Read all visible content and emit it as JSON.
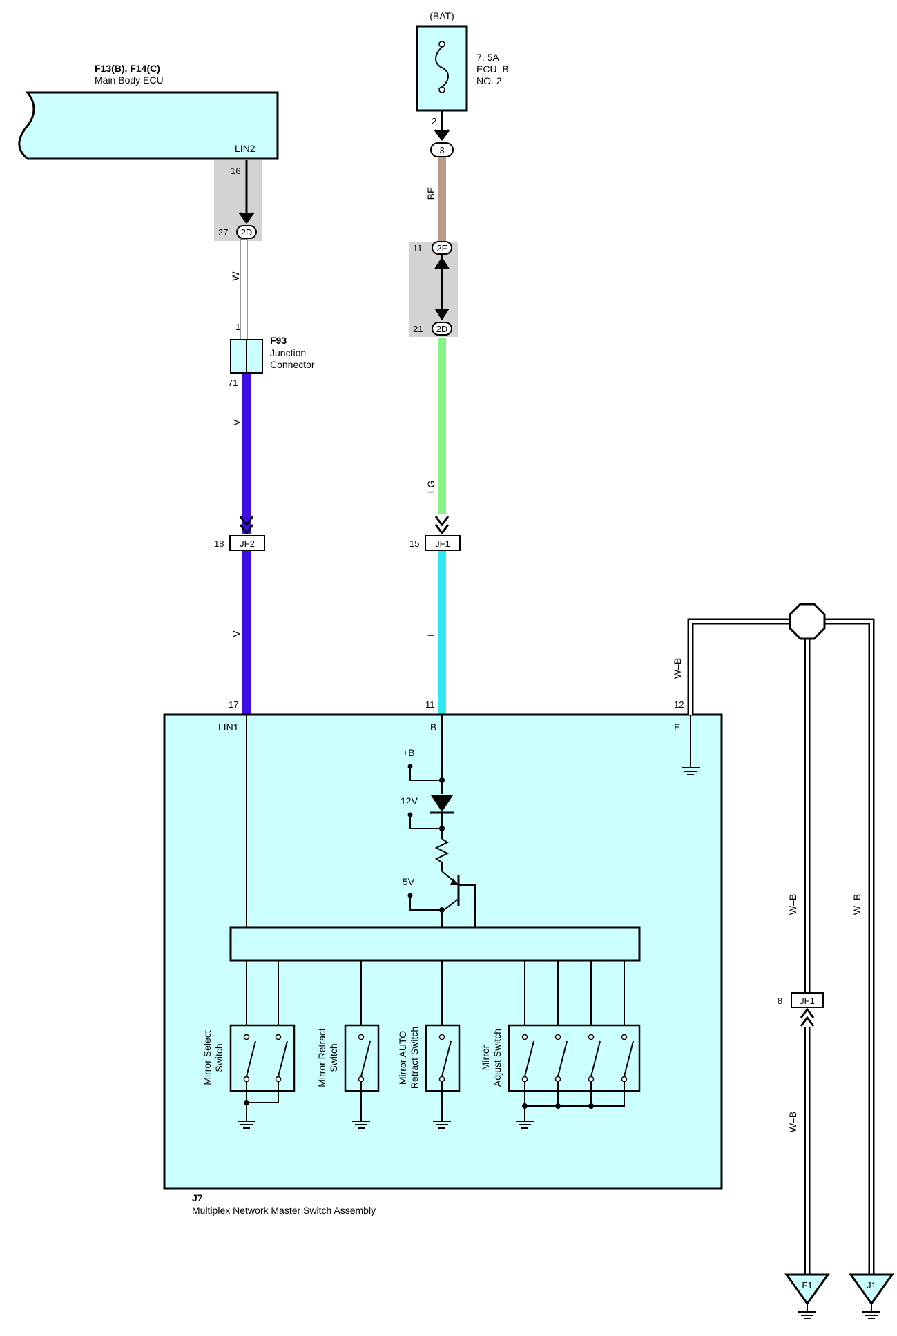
{
  "battery": {
    "label": "(BAT)"
  },
  "fuse": {
    "rating": "7. 5A",
    "name": "ECU–B",
    "number": "NO. 2",
    "pin": "2"
  },
  "ecu": {
    "connectors": "F13(B), F14(C)",
    "name": "Main Body ECU",
    "terminal": "LIN2",
    "pin": "16"
  },
  "conn_2D_top": {
    "id": "2D",
    "pin": "27"
  },
  "conn_3": {
    "id": "3"
  },
  "conn_2F": {
    "id": "2F",
    "pin": "11"
  },
  "conn_2D_mid": {
    "id": "2D",
    "pin": "21"
  },
  "f93": {
    "id": "F93",
    "name_line1": "Junction",
    "name_line2": "Connector",
    "pin_in": "1",
    "pin_out": "71"
  },
  "jf2": {
    "id": "JF2",
    "pin": "18"
  },
  "jf1_top": {
    "id": "JF1",
    "pin": "15"
  },
  "jf1_right": {
    "id": "JF1",
    "pin": "8"
  },
  "wires": {
    "be": "BE",
    "w": "W",
    "v1": "V",
    "v2": "V",
    "lg": "LG",
    "l": "L",
    "wb1": "W–B",
    "wb2": "W–B",
    "wb3": "W–B",
    "wb4": "W–B"
  },
  "j7": {
    "id": "J7",
    "name": "Multiplex Network Master Switch Assembly",
    "pin_lin1": "17",
    "term_lin1": "LIN1",
    "pin_b": "11",
    "term_b": "B",
    "pin_e": "12",
    "term_e": "E",
    "plus_b": "+B",
    "v12": "12V",
    "v5": "5V"
  },
  "switches": {
    "select_1": "Mirror Select",
    "select_2": "Switch",
    "retract_1": "Mirror Retract",
    "retract_2": "Switch",
    "auto_1": "Mirror AUTO",
    "auto_2": "Retract Switch",
    "adjust_1": "Mirror",
    "adjust_2": "Adjust Switch"
  },
  "grounds": {
    "f1": "F1",
    "j1": "J1"
  },
  "colors": {
    "panel": "#ccffff",
    "shade": "#d3d3d3",
    "v": "#3b10e0",
    "lg": "#86f486",
    "l": "#2de8f0",
    "be": "#b89a86"
  }
}
